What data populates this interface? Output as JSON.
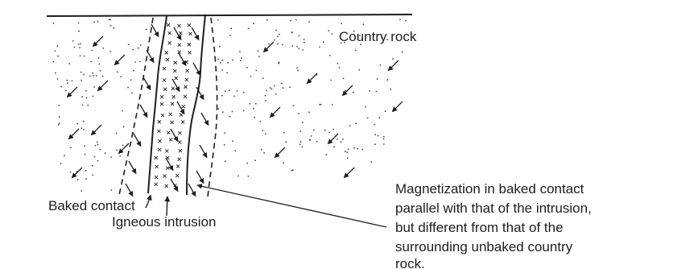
{
  "labels": {
    "country_rock": "Country rock",
    "baked_contact": "Baked contact",
    "igneous_intrusion": "Igneous intrusion",
    "note_lines": [
      "Magnetization in baked contact",
      "parallel with that of the intrusion,",
      "but different from that of the",
      "surrounding unbaked country",
      "rock."
    ]
  },
  "colors": {
    "ink": "#1e1e1e",
    "background": "#ffffff"
  }
}
